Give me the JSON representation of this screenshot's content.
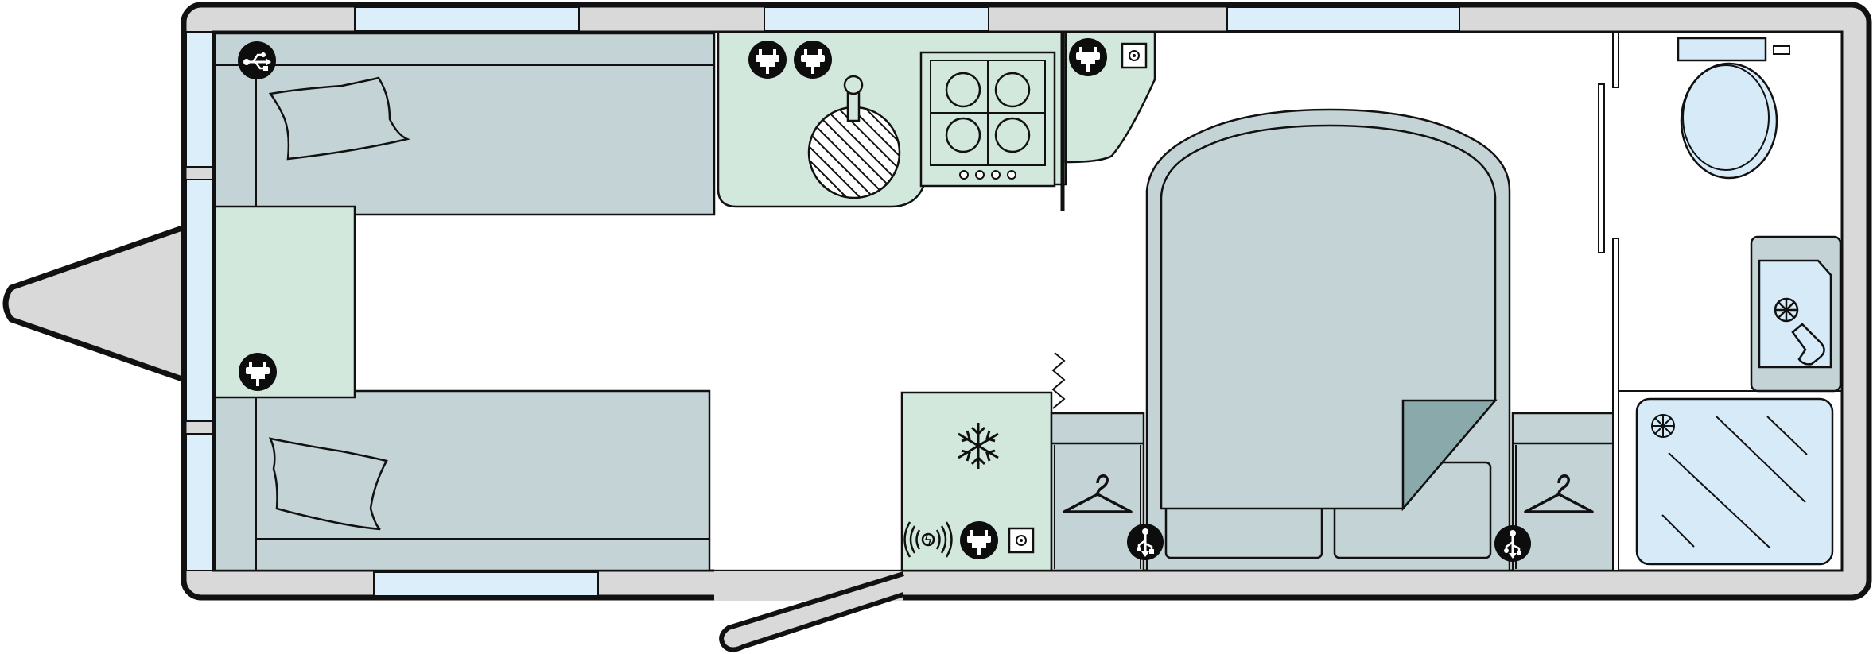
{
  "floorplan": {
    "colors": {
      "wall_grey": "#d9d9d9",
      "window_blue": "#dceefa",
      "bed_grey": "#c4d3d6",
      "kitchen_green": "#d2e8dc",
      "bedding_fold": "#8aa9aa",
      "bathroom_blue": "#d7eaf7",
      "outline": "#111111",
      "symbol_black": "#0d0d0d",
      "symbol_white": "#ffffff"
    },
    "zones": [
      {
        "id": "single-bed-top",
        "kind": "bed"
      },
      {
        "id": "single-bed-bottom",
        "kind": "bed"
      },
      {
        "id": "bedside-table",
        "kind": "cabinet"
      },
      {
        "id": "kitchen-counter",
        "kind": "kitchen"
      },
      {
        "id": "fridge-unit",
        "kind": "fridge"
      },
      {
        "id": "island-bed",
        "kind": "bed"
      },
      {
        "id": "wardrobe-left",
        "kind": "wardrobe"
      },
      {
        "id": "wardrobe-right",
        "kind": "wardrobe"
      },
      {
        "id": "washroom",
        "kind": "bathroom"
      }
    ],
    "icons": [
      "usb-socket-icon",
      "mains-socket-icon",
      "tv-aerial-socket-icon",
      "wireless-charging-icon",
      "snowflake-icon",
      "coat-hanger-icon",
      "usb-down-icon",
      "hob-burners-icon",
      "sink-icon",
      "toilet-icon",
      "shower-tray-icon",
      "pillow-icon",
      "heater-zigzag-icon"
    ]
  }
}
